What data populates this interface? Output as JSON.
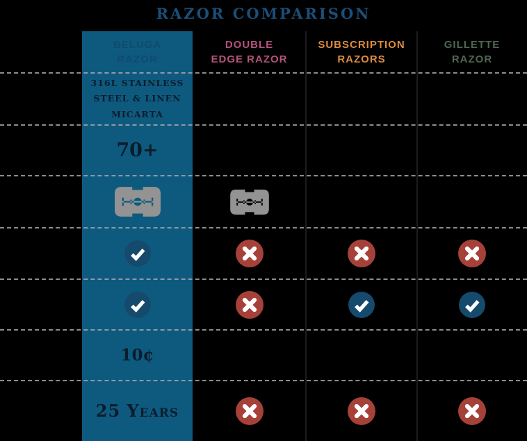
{
  "title": "RAZOR COMPARISON",
  "colors": {
    "background": "#000000",
    "highlight_column": "#0e5a7f",
    "title_blue": "#1b4e78",
    "beluga_header": "#114a6e",
    "double_edge_header": "#b4537a",
    "subscription_header": "#dd8c3e",
    "gillette_header": "#4f684f",
    "check_circle": "#164a6d",
    "cross_circle": "#a64139",
    "blade_gray": "#939393",
    "dark_serif_text": "#0b1c2c",
    "dashed_line": "#a6a6a6"
  },
  "table": {
    "column_headers": [
      {
        "id": "beluga",
        "label": "BELUGA\nRAZOR"
      },
      {
        "id": "double-edge",
        "label": "DOUBLE\nEDGE RAZOR"
      },
      {
        "id": "subscription",
        "label": "SUBSCRIPTION\nRAZORS"
      },
      {
        "id": "gillette",
        "label": "GILLETTE\nRAZOR"
      }
    ],
    "rows": [
      {
        "name": "material",
        "cells": [
          {
            "type": "text",
            "text": "316L STAINLESS\nSTEEL & LINEN\nMICARTA",
            "style": "material"
          },
          {
            "type": "empty"
          },
          {
            "type": "empty"
          },
          {
            "type": "empty"
          }
        ]
      },
      {
        "name": "blade-count",
        "cells": [
          {
            "type": "text",
            "text": "70+",
            "style": "stat-large"
          },
          {
            "type": "empty"
          },
          {
            "type": "empty"
          },
          {
            "type": "empty"
          }
        ]
      },
      {
        "name": "blade-type",
        "cells": [
          {
            "type": "blade",
            "size": "large"
          },
          {
            "type": "blade",
            "size": "small"
          },
          {
            "type": "empty"
          },
          {
            "type": "empty"
          }
        ]
      },
      {
        "name": "feature-1",
        "cells": [
          {
            "type": "check"
          },
          {
            "type": "cross"
          },
          {
            "type": "cross"
          },
          {
            "type": "cross"
          }
        ]
      },
      {
        "name": "feature-2",
        "cells": [
          {
            "type": "check"
          },
          {
            "type": "cross"
          },
          {
            "type": "check"
          },
          {
            "type": "check"
          }
        ]
      },
      {
        "name": "cost-per-blade",
        "cells": [
          {
            "type": "text",
            "text": "10¢",
            "style": "stat"
          },
          {
            "type": "empty"
          },
          {
            "type": "empty"
          },
          {
            "type": "empty"
          }
        ]
      },
      {
        "name": "lifetime",
        "cells": [
          {
            "type": "text",
            "text": "25 Years",
            "style": "years"
          },
          {
            "type": "cross"
          },
          {
            "type": "cross"
          },
          {
            "type": "cross"
          }
        ]
      }
    ]
  }
}
